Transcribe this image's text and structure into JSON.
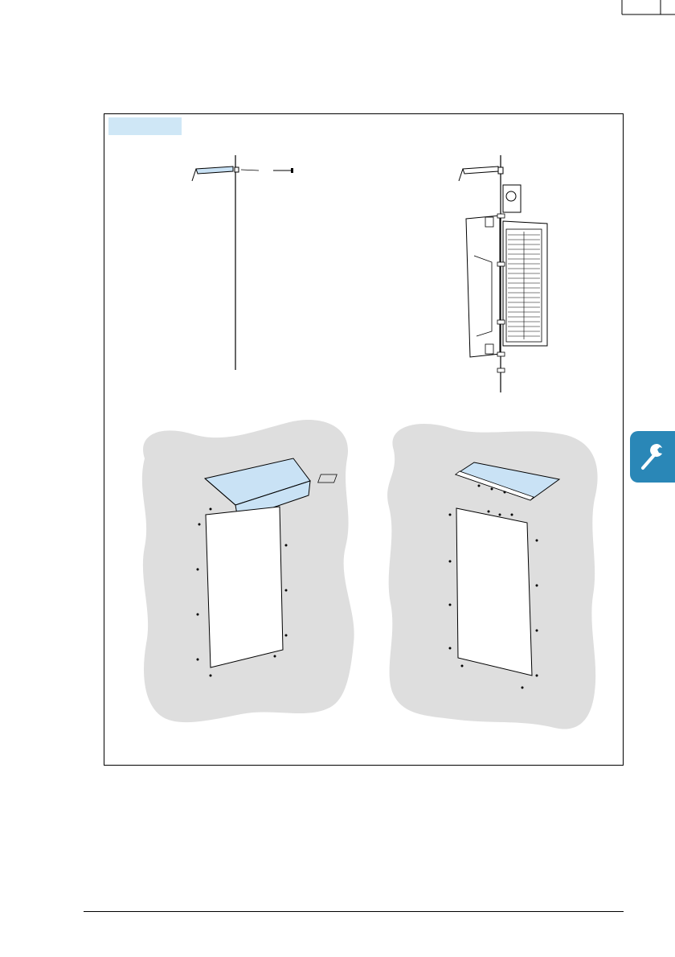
{
  "page": {
    "figure": {
      "tab_label": "",
      "panels": [
        "side-view-hood-only",
        "side-view-hood-with-drive",
        "wall-hood-installed",
        "wall-bracket-installed"
      ]
    },
    "side_tab": {
      "icon": "wrench-icon"
    },
    "colors": {
      "accent": "#2a87b7",
      "tab_fill": "#cfe7f6",
      "part_fill": "#c9e2f5",
      "wall_fill": "#dedede",
      "line": "#000000"
    }
  }
}
